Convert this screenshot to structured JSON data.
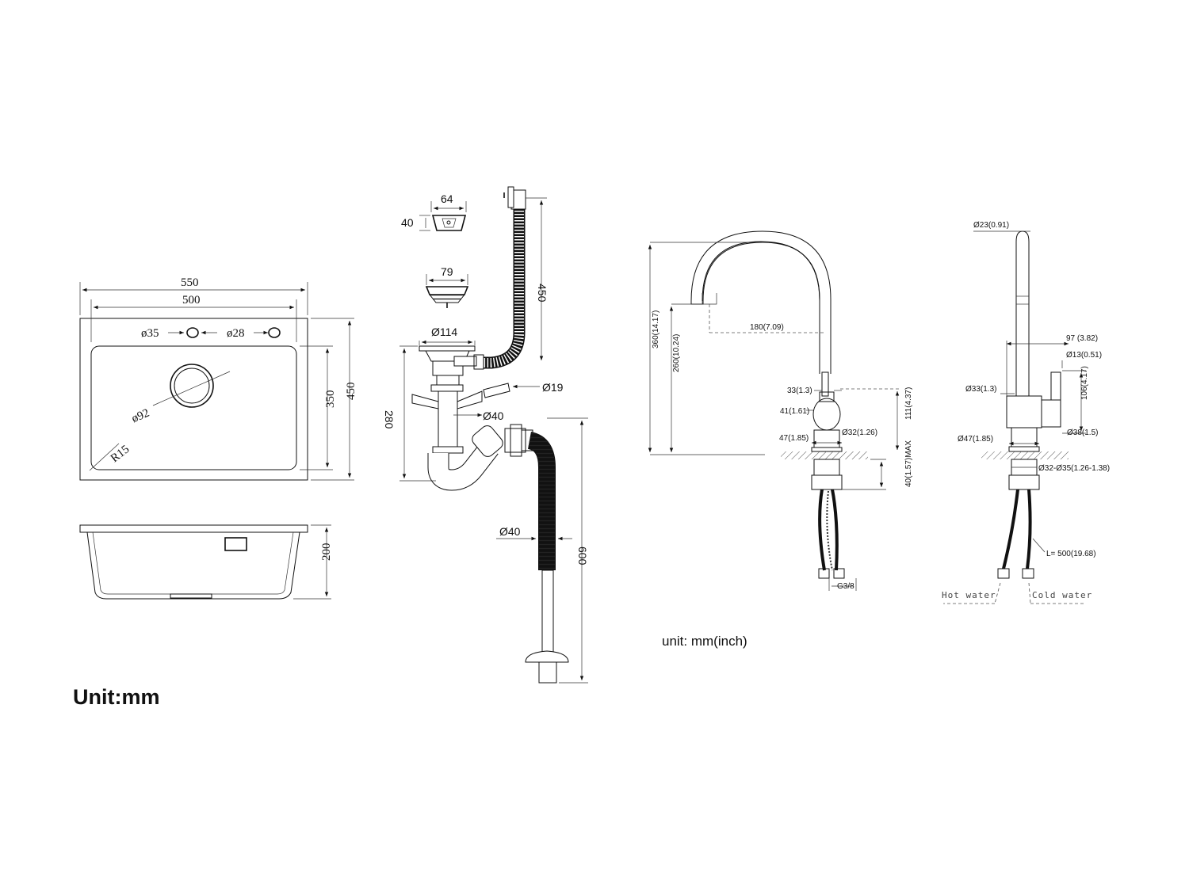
{
  "sink": {
    "outer_width": "550",
    "inner_width": "500",
    "hole1": "ø35",
    "hole2": "ø28",
    "drain": "ø92",
    "radius": "R15",
    "inner_length": "350",
    "outer_length": "450",
    "depth": "200",
    "unit": "Unit:mm"
  },
  "drain": {
    "overflow_w": "64",
    "overflow_h": "40",
    "basket": "79",
    "hose_len": "450",
    "flange": "Ø114",
    "height": "280",
    "small_pipe": "Ø19",
    "trap_pipe": "Ø40",
    "outlet_pipe": "Ø40",
    "outlet_len": "600"
  },
  "faucet_side": {
    "total_h": "360(14.17)",
    "spout_h": "260(10.24)",
    "reach": "180(7.09)",
    "d33": "33(1.3)",
    "d41": "41(1.61)",
    "d47": "47(1.85)",
    "body_d": "Ø32(1.26)",
    "body_h": "111(4.37)",
    "deck_max": "40(1.57)MAX",
    "thread": "G3/8",
    "unit": "unit: mm(inch)"
  },
  "faucet_front": {
    "top_d": "Ø23(0.91)",
    "handle_w": "97 (3.82)",
    "d13": "Ø13(0.51)",
    "d33": "Ø33(1.3)",
    "handle_h": "106(4.17)",
    "d38": "Ø38(1.5)",
    "d47": "Ø47(1.85)",
    "hole": "Ø32-Ø35(1.26-1.38)",
    "hose_len": "L= 500(19.68)",
    "hot": "Hot water",
    "cold": "Cold water"
  }
}
